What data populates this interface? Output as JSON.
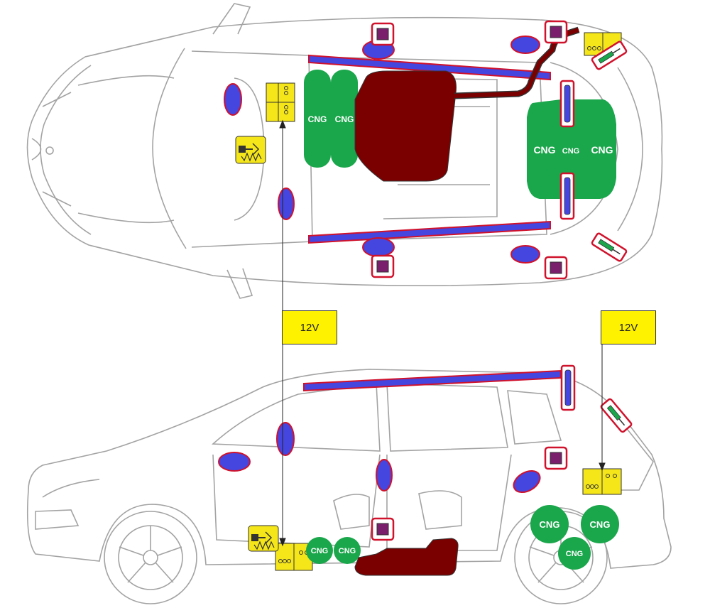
{
  "labels": {
    "voltage_left": "12V",
    "voltage_right": "12V",
    "cng": "CNG"
  },
  "colors": {
    "outline": "#9a9a9a",
    "cng_tank": "#1aa64b",
    "fuel_tank": "#7a0000",
    "airbag": "#4545e0",
    "airbag_border": "#c8102e",
    "battery": "#f5e61a",
    "sensor": "#7a1f6b",
    "label_bg": "#fff200"
  }
}
